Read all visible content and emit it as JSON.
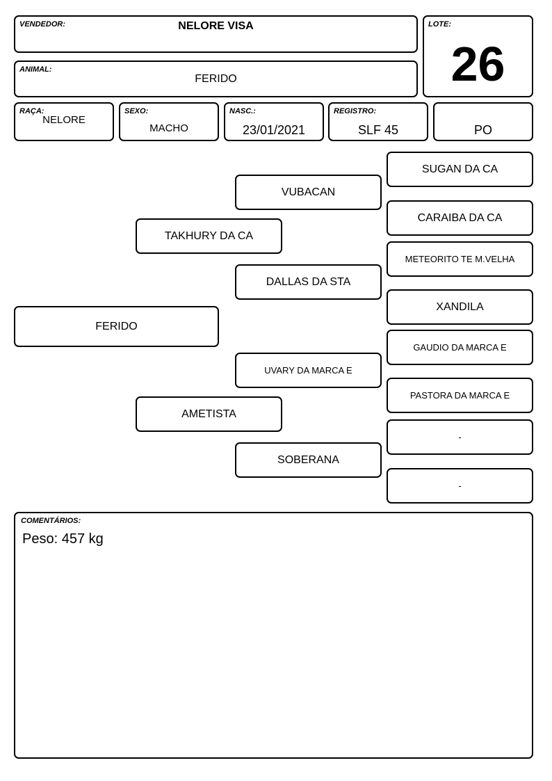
{
  "header": {
    "vendedor_label": "VENDEDOR:",
    "vendedor_value": "NELORE VISA",
    "lote_label": "LOTE:",
    "lote_value": "26",
    "animal_label": "ANIMAL:",
    "animal_value": "FERIDO"
  },
  "details": {
    "raca_label": "RAÇA:",
    "raca_value": "NELORE",
    "sexo_label": "SEXO:",
    "sexo_value": "MACHO",
    "nasc_label": "NASC.:",
    "nasc_value": "23/01/2021",
    "registro_label": "REGISTRO:",
    "registro_value": "SLF 45",
    "categoria_value": "PO"
  },
  "pedigree": {
    "animal": "FERIDO",
    "sire": "TAKHURY DA CA",
    "dam": "AMETISTA",
    "sire_sire": "VUBACAN",
    "sire_dam": "DALLAS DA STA",
    "dam_sire": "UVARY DA MARCA E",
    "dam_dam": "SOBERANA",
    "great_grandparents": [
      "SUGAN DA CA",
      "CARAIBA DA CA",
      "METEORITO TE M.VELHA",
      "XANDILA",
      "GAUDIO DA MARCA E",
      "PASTORA DA MARCA E",
      "-",
      "-"
    ]
  },
  "comments": {
    "label": "COMENTÁRIOS:",
    "text": "Peso: 457 kg"
  }
}
